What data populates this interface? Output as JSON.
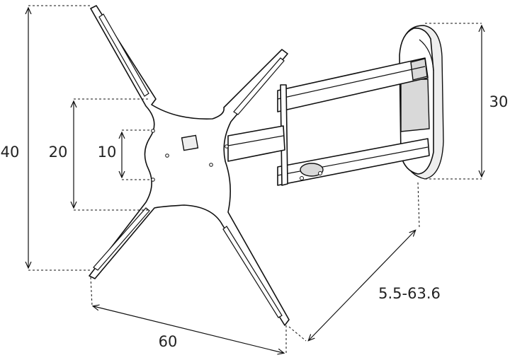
{
  "dimensions": {
    "total_height": "40",
    "inner_height": "20",
    "small_height": "10",
    "arm_height": "30",
    "width": "60",
    "extension": "5.5-63.6"
  }
}
